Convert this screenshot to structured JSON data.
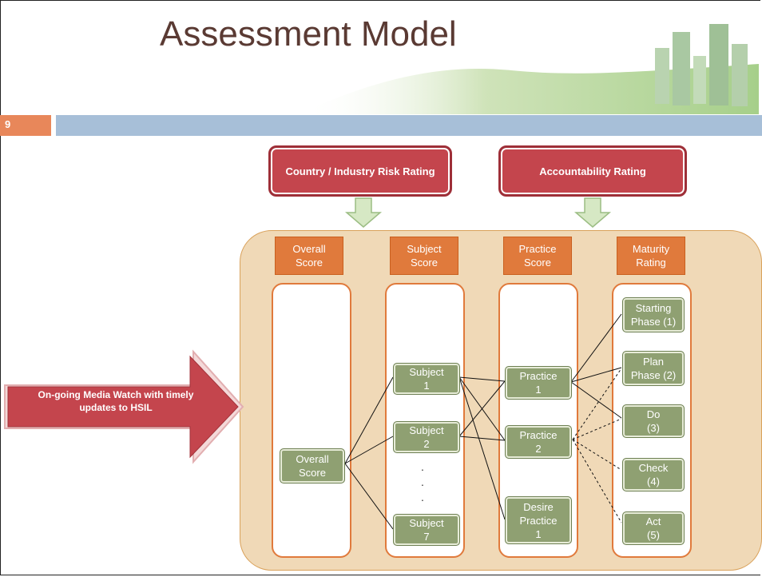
{
  "slide": {
    "title": "Assessment Model",
    "number": "9"
  },
  "ratings": {
    "country_risk": "Country / Industry Risk Rating",
    "accountability": "Accountability Rating"
  },
  "columns": {
    "overall": "Overall\nScore",
    "subject": "Subject\nScore",
    "practice": "Practice\nScore",
    "maturity": "Maturity\nRating"
  },
  "nodes": {
    "overall": "Overall\nScore",
    "subject_1": "Subject\n1",
    "subject_2": "Subject\n2",
    "subject_7": "Subject\n7",
    "practice_1": "Practice\n1",
    "practice_2": "Practice\n2",
    "desire_practice_1": "Desire\nPractice\n1",
    "starting_phase": "Starting\nPhase (1)",
    "plan_phase": "Plan\nPhase (2)",
    "do": "Do\n(3)",
    "check": "Check\n(4)",
    "act": "Act\n(5)",
    "ellipsis": ".\n.\n.\n."
  },
  "media_watch": "On-going Media Watch with timely updates to HSIL",
  "colors": {
    "red": "#c4454d",
    "orange": "#e07a3c",
    "olive": "#8fa072",
    "panel": "#f0d9b7",
    "bar_blue": "#a7bfd8"
  }
}
